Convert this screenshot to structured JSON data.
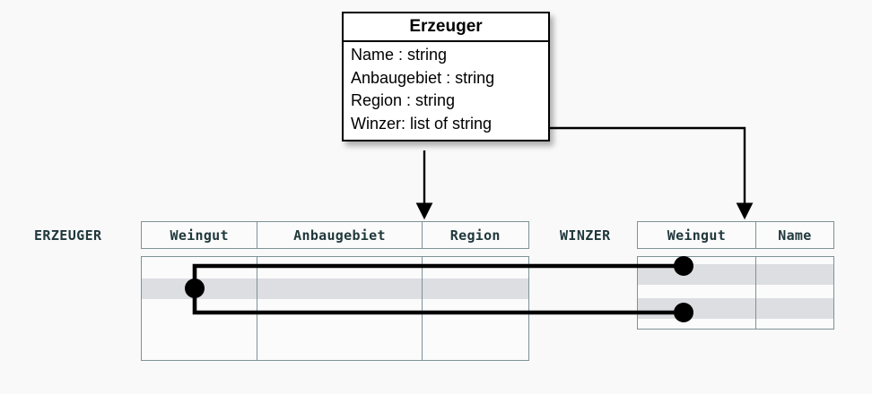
{
  "diagram": {
    "background_color": "#f9f9f9",
    "line_color": "#000000",
    "table_border_color": "#7d9296",
    "highlight_row_color": "#dcdee2"
  },
  "uml_class": {
    "name": "Erzeuger",
    "attributes": [
      "Name : string",
      "Anbaugebiet : string",
      "Region : string",
      "Winzer: list of string"
    ]
  },
  "tables": [
    {
      "label": "ERZEUGER",
      "columns": [
        "Weingut",
        "Anbaugebiet",
        "Region"
      ],
      "row_count": 4,
      "highlighted_rows": [
        1
      ]
    },
    {
      "label": "WINZER",
      "columns": [
        "Weingut",
        "Name"
      ],
      "row_count": 3,
      "highlighted_rows": [
        0,
        2
      ]
    }
  ],
  "connectors": {
    "attribute_to_erzeuger": "Erzeuger class maps to ERZEUGER table",
    "attribute_to_winzer": "Winzer attribute maps to WINZER table",
    "row_links": "one ERZEUGER row links to two WINZER rows"
  }
}
